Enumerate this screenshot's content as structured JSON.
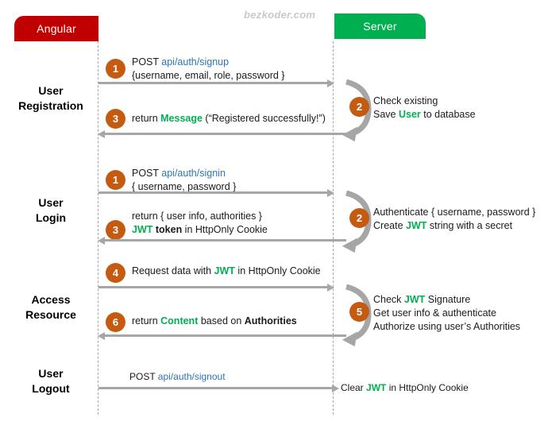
{
  "actors": {
    "client": {
      "label": "Angular",
      "color": "#C00000"
    },
    "server": {
      "label": "Server",
      "color": "#00B050"
    }
  },
  "watermark": "bezkoder.com",
  "palette": {
    "badge": "#C55A11",
    "arrow": "#A6A6A6",
    "lifeline": "#A6A6A6",
    "url": "#2E74B5",
    "highlight": "#00B050",
    "text": "#1A1A1A"
  },
  "sections": [
    {
      "id": "user-registration",
      "label_line1": "User",
      "label_line2": "Registration"
    },
    {
      "id": "user-login",
      "label_line1": "User",
      "label_line2": "Login"
    },
    {
      "id": "access-resource",
      "label_line1": "Access",
      "label_line2": "Resource"
    },
    {
      "id": "user-logout",
      "label_line1": "User",
      "label_line2": "Logout"
    }
  ],
  "steps": {
    "signup_request": {
      "number": "1",
      "line1_pre": "POST ",
      "line1_url": "api/auth/signup",
      "line2": "{username, email, role, password }"
    },
    "signup_server": {
      "number": "2",
      "line1": "Check existing",
      "line2_pre": "Save ",
      "line2_key": "User",
      "line2_post": " to database"
    },
    "signup_response": {
      "number": "3",
      "pre": "return ",
      "key": "Message",
      "post": " (“Registered successfully!”)"
    },
    "signin_request": {
      "number": "1",
      "line1_pre": "POST ",
      "line1_url": "api/auth/signin",
      "line2": "{ username, password }"
    },
    "signin_server": {
      "number": "2",
      "line1": "Authenticate { username, password }",
      "line2_pre": "Create ",
      "line2_key": "JWT",
      "line2_post": " string with a secret"
    },
    "signin_response": {
      "number": "3",
      "line1": "return { user info, authorities }",
      "line2_key": "JWT",
      "line2_bold": " token",
      "line2_post": " in HttpOnly Cookie"
    },
    "resource_request": {
      "number": "4",
      "pre": "Request data with ",
      "key": "JWT",
      "post": " in HttpOnly Cookie"
    },
    "resource_server": {
      "number": "5",
      "line1_pre": "Check ",
      "line1_key": "JWT",
      "line1_post": " Signature",
      "line2": "Get user info & authenticate",
      "line3": "Authorize using user’s Authorities"
    },
    "resource_response": {
      "number": "6",
      "pre": "return ",
      "key": "Content",
      "mid": " based on ",
      "bold": "Authorities"
    },
    "signout_request": {
      "pre": "POST ",
      "url": "api/auth/signout"
    },
    "signout_server": {
      "pre": "Clear ",
      "key": "JWT",
      "post": " in HttpOnly Cookie"
    }
  }
}
